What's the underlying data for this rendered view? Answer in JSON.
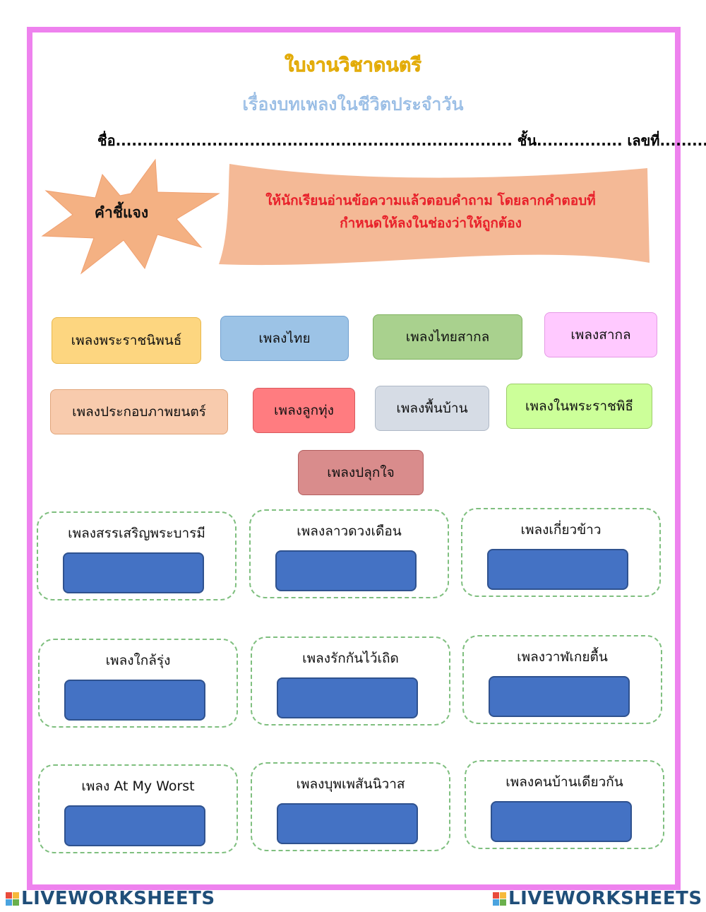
{
  "header": {
    "title": "ใบงานวิชาดนตรี",
    "subtitle": "เรื่องบทเพลงในชีวิตประจำวัน",
    "name_line": "ชื่อ.......................................................................... ชั้น................ เลขที่.............."
  },
  "instruction": {
    "label": "คำชี้แจง",
    "line1": "ให้นักเรียนอ่านข้อความแล้วตอบคำถาม โดยลากคำตอบที่",
    "line2": "กำหนดให้ลงในช่องว่าให้ถูกต้อง"
  },
  "options": [
    {
      "label": "เพลงพระราชนิพนธ์",
      "color": "#fdd680"
    },
    {
      "label": "เพลงไทย",
      "color": "#9cc3e6"
    },
    {
      "label": "เพลงไทยสากล",
      "color": "#a9d18e"
    },
    {
      "label": "เพลงสากล",
      "color": "#ffc9ff"
    },
    {
      "label": "เพลงประกอบภาพยนตร์",
      "color": "#f8cbad"
    },
    {
      "label": "เพลงลูกทุ่ง",
      "color": "#ff7c80"
    },
    {
      "label": "เพลงพื้นบ้าน",
      "color": "#d6dce5"
    },
    {
      "label": "เพลงในพระราชพิธี",
      "color": "#ccff99"
    },
    {
      "label": "เพลงปลุกใจ",
      "color": "#d98c8c"
    }
  ],
  "questions": [
    {
      "label": "เพลงสรรเสริญพระบารมี"
    },
    {
      "label": "เพลงลาวดวงเดือน"
    },
    {
      "label": "เพลงเกี่ยวข้าว"
    },
    {
      "label": "เพลงใกล้รุ่ง"
    },
    {
      "label": "เพลงรักกันไว้เถิด"
    },
    {
      "label": "เพลงวาฬเกยตื้น"
    },
    {
      "label": "เพลง At My Worst"
    },
    {
      "label": "เพลงบุพเพสันนิวาส"
    },
    {
      "label": "เพลงคนบ้านเดียวกัน"
    }
  ],
  "footer": {
    "brand": "LIVEWORKSHEETS",
    "logo_colors": [
      "#e94b3c",
      "#f6b93b",
      "#4aa3df",
      "#6ab04c"
    ]
  }
}
